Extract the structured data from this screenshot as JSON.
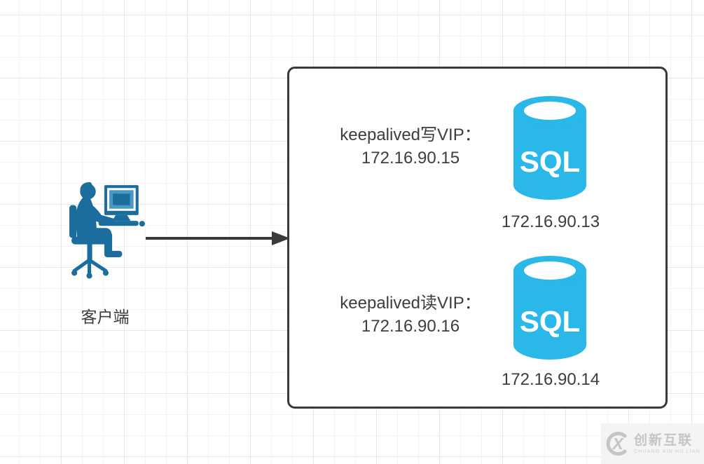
{
  "diagram": {
    "client": {
      "label": "客户端"
    },
    "box": {
      "nodes": [
        {
          "vip_label": "keepalived写VIP：",
          "vip_ip": "172.16.90.15",
          "icon_text": "SQL",
          "server_ip": "172.16.90.13"
        },
        {
          "vip_label": "keepalived读VIP：",
          "vip_ip": "172.16.90.16",
          "icon_text": "SQL",
          "server_ip": "172.16.90.14"
        }
      ]
    },
    "watermark": {
      "brand": "创新互联",
      "subtext": "CHUANG XIN HU LIAN",
      "mark_letter": "X"
    }
  },
  "colors": {
    "sql_icon": "#29b8e8",
    "client_icon": "#1a6d9d",
    "client_screen": "#4a98c4",
    "stroke": "#3a3a3a",
    "text": "#3d3d3d",
    "watermark": "#c5c5c5",
    "watermark_bg": "#f4f4f4"
  }
}
